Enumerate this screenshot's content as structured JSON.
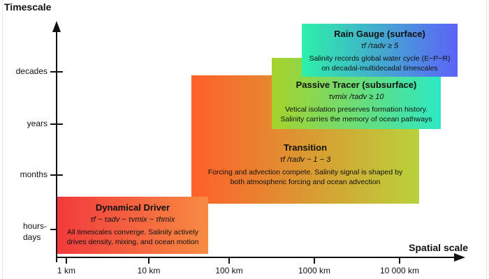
{
  "axes": {
    "y_title": "Timescale",
    "x_title": "Spatial scale",
    "y_ticks": [
      {
        "label": "decades"
      },
      {
        "label": "years"
      },
      {
        "label": "months"
      },
      {
        "label": "hours-\ndays"
      }
    ],
    "x_ticks": [
      {
        "label": "1 km"
      },
      {
        "label": "10 km"
      },
      {
        "label": "100 km"
      },
      {
        "label": "1000 km"
      },
      {
        "label": "10 000 km"
      }
    ]
  },
  "regimes": {
    "dynamical": {
      "title": "Dynamical Driver",
      "formula": "τf ~ τadv ~ τvmix ~ τhmix",
      "desc_1": "All timescales converge. Salinity actively",
      "desc_2": "drives density, mixing, and ocean motion",
      "color_start": "#f23a3c",
      "color_end": "#f78b42"
    },
    "transition": {
      "title": "Transition",
      "formula": "τf /τadv  ~ 1 − 3",
      "desc_1": "Forcing and advection compete. Salinity signal is shaped by",
      "desc_2": "both atmospheric forcing and ocean advection",
      "color_start": "#fe5f2a",
      "color_end": "#b9d23a"
    },
    "tracer": {
      "title": "Passive Tracer (subsurface)",
      "formula": "τvmix /τadv  ≥ 10",
      "desc_1": "Vetical isolation preserves formation history.",
      "desc_2": "Salinity carries the memory of ocean pathways",
      "color_start": "#a6d22a",
      "color_end": "#2ee8c4"
    },
    "raingauge": {
      "title": "Rain Gauge (surface)",
      "formula": "τf /τadv  ≥ 5",
      "desc_1": "Salinity records global water cycle (E−P−R)",
      "desc_2": "on decadal-multidecadal timescales",
      "color_start": "#2df0a8",
      "color_end": "#5c63f8"
    }
  }
}
